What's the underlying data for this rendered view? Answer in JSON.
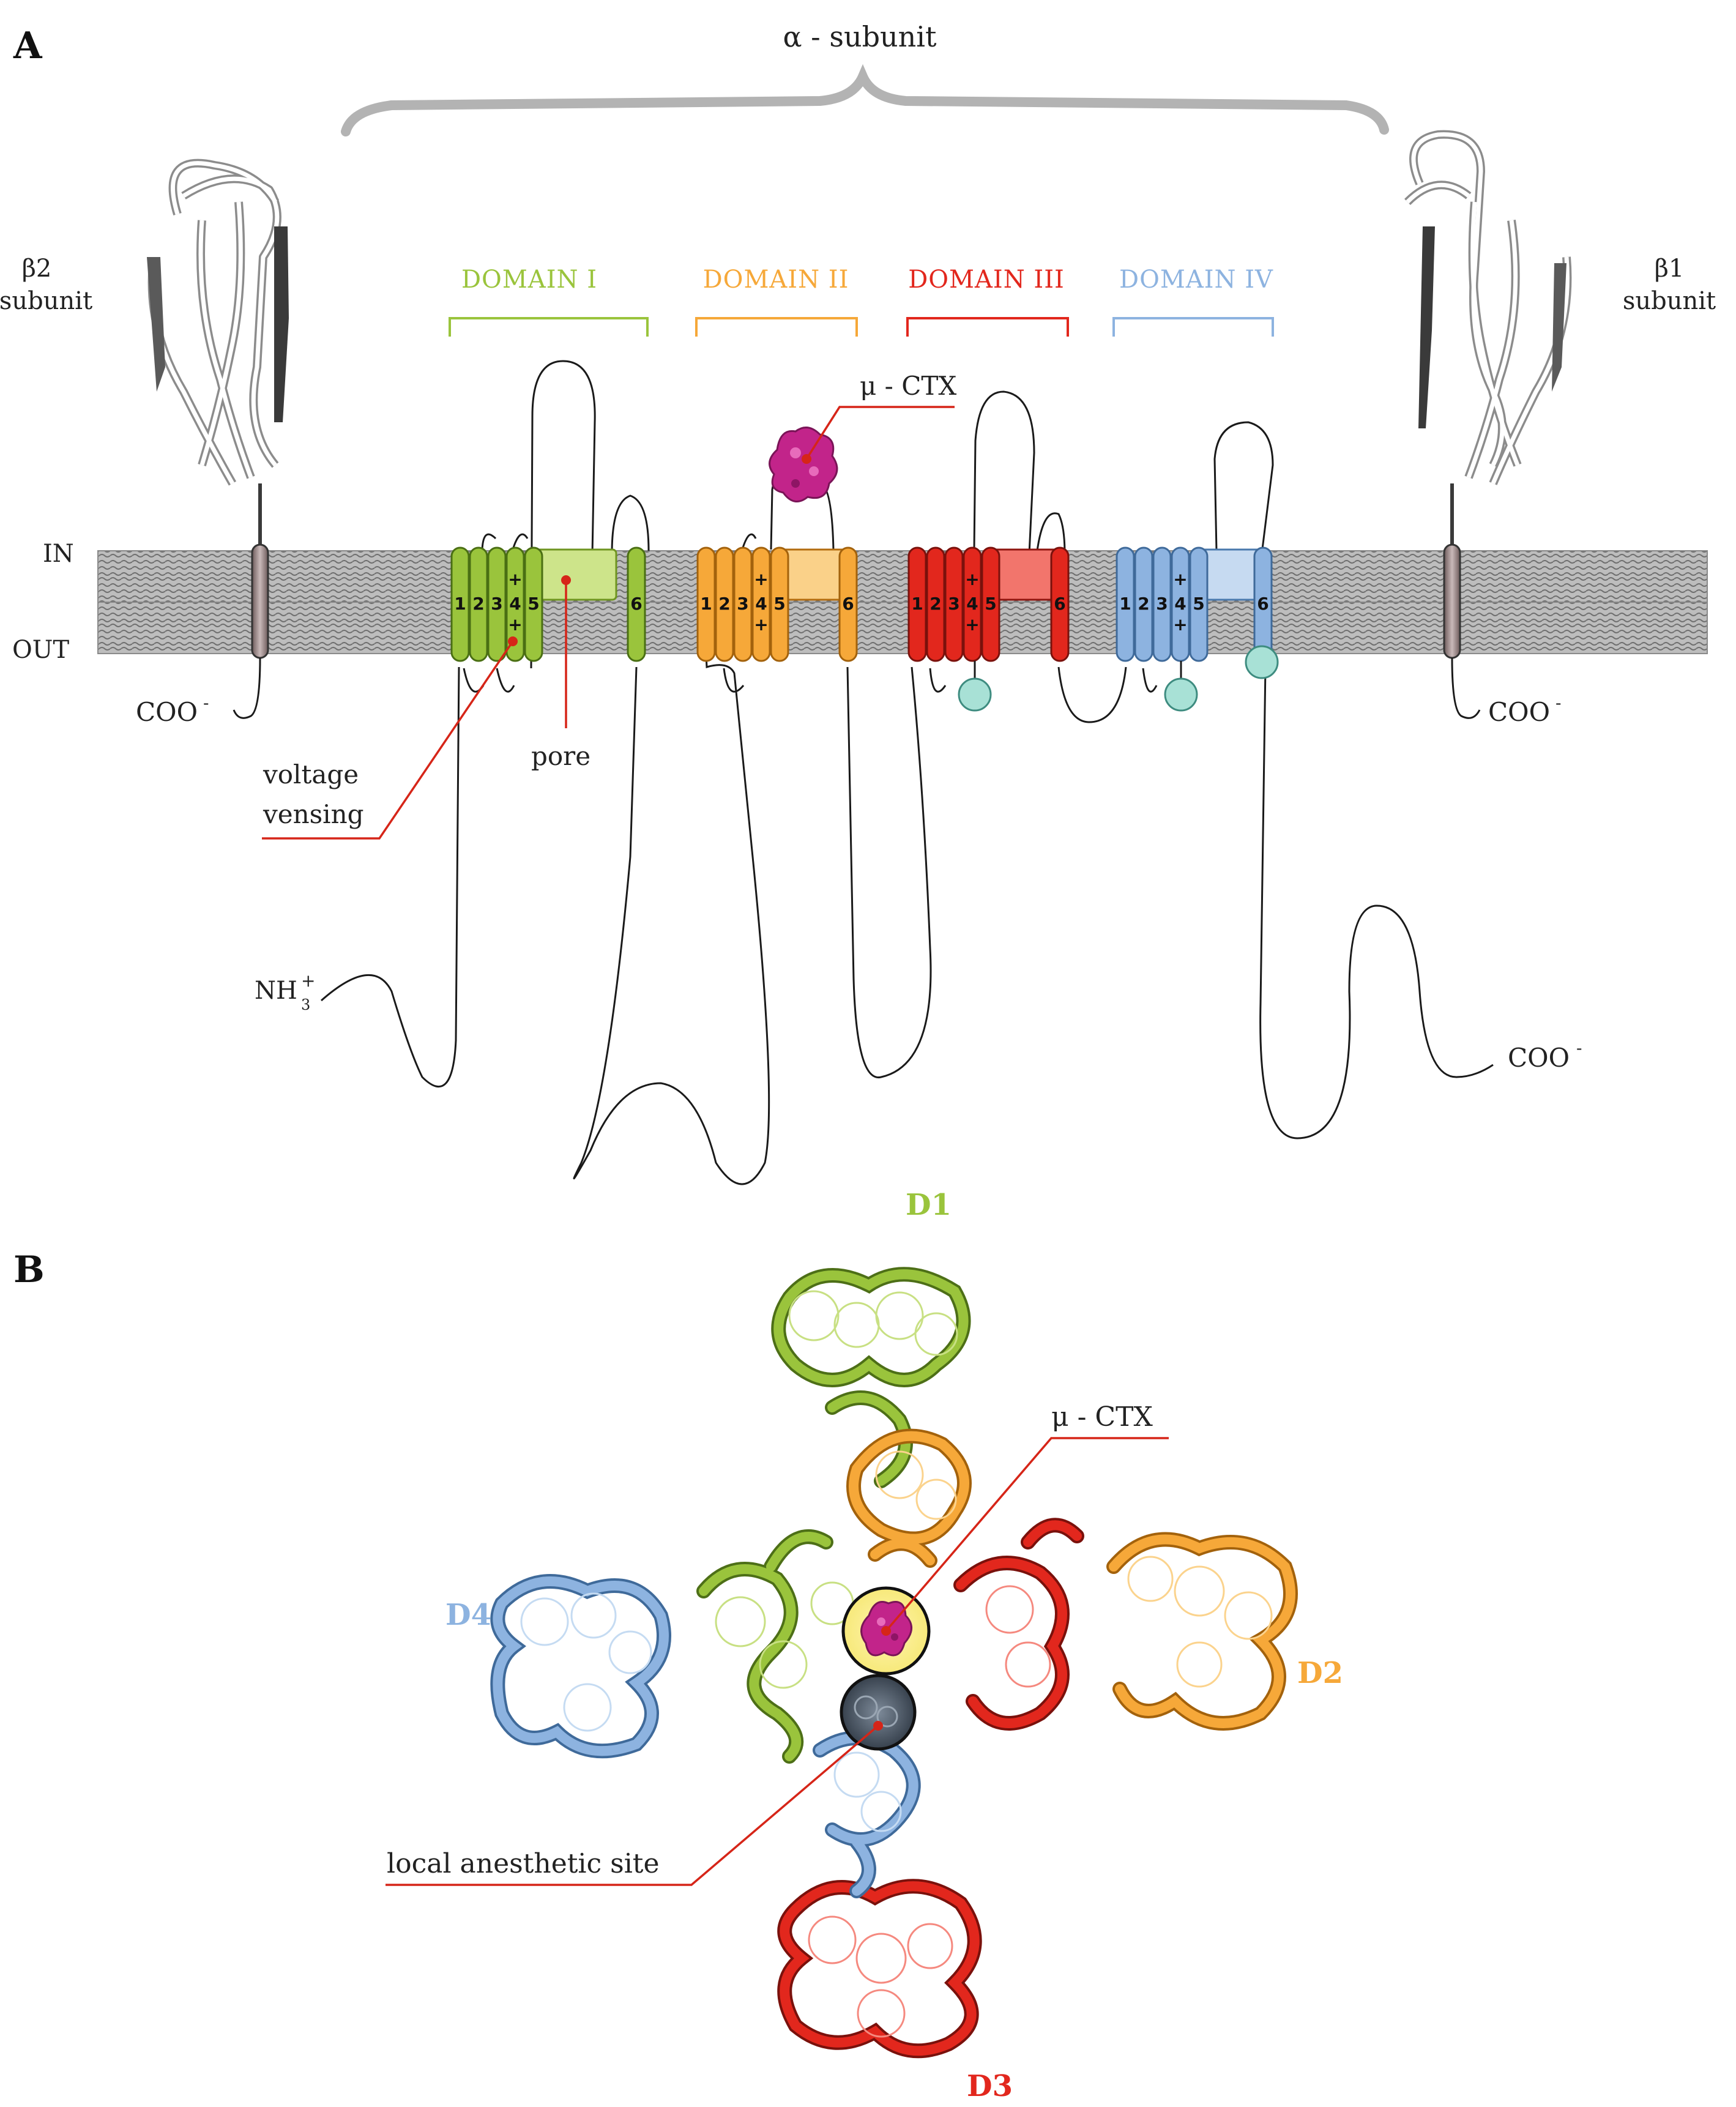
{
  "panel_a": {
    "label": "A",
    "alpha_label": "α - subunit",
    "beta2_label": [
      "β2",
      "subunit"
    ],
    "beta1_label": [
      "β1",
      "subunit"
    ],
    "in_label": "IN",
    "out_label": "OUT",
    "coo_minus": "COO",
    "nh3_plus": "NH",
    "domains": [
      {
        "name": "DOMAIN I",
        "color": "#9ac43c"
      },
      {
        "name": "DOMAIN II",
        "color": "#f6a839"
      },
      {
        "name": "DOMAIN III",
        "color": "#e2271d"
      },
      {
        "name": "DOMAIN IV",
        "color": "#8db3e0"
      }
    ],
    "segment_numbers": [
      "1",
      "2",
      "3",
      "4",
      "5",
      "6"
    ],
    "mu_ctx_label": "μ - CTX",
    "pore_label": "pore",
    "voltage_label": [
      "voltage",
      "vensing"
    ]
  },
  "panel_b": {
    "label": "B",
    "d1": "D1",
    "d2": "D2",
    "d3": "D3",
    "d4": "D4",
    "mu_ctx_label": "μ - CTX",
    "local_anesthetic_label": "local anesthetic site"
  },
  "colors": {
    "domain1": "#9ac43c",
    "domain2": "#f6a839",
    "domain3": "#e2271d",
    "domain4": "#8db3e0",
    "leader": "#d62518",
    "toxin": "#c2248a",
    "glyco": "#a8e1d6",
    "membrane": "#9a9a9a"
  }
}
